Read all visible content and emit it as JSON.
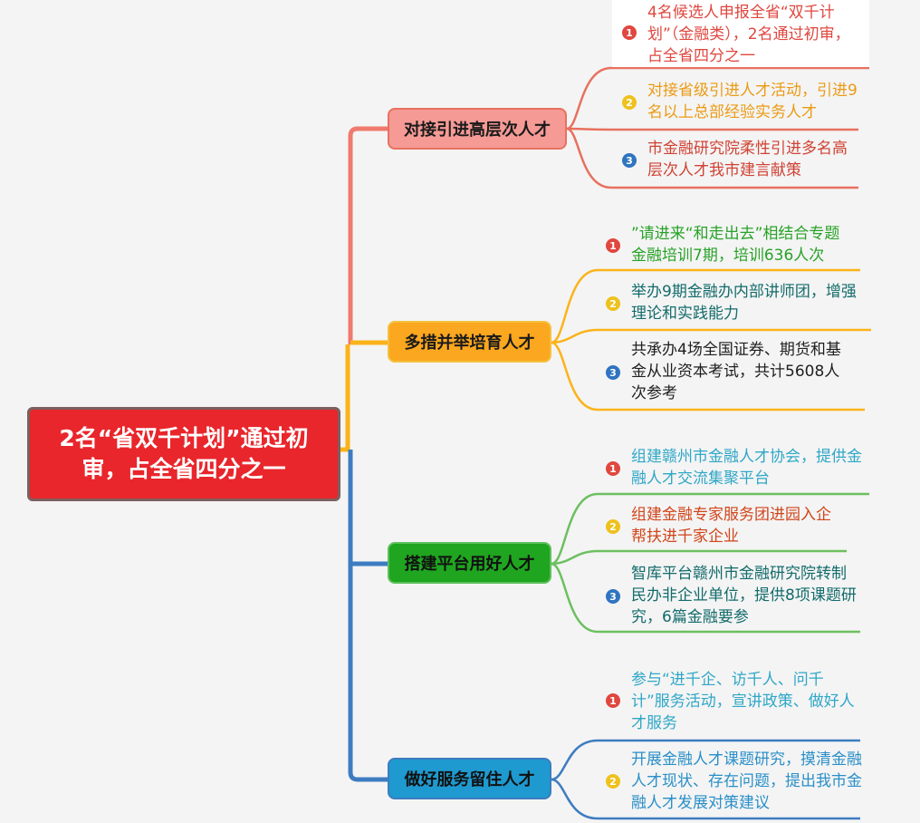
{
  "root": {
    "label": "2名“省双千计划”通过初审，占全省四分之一"
  },
  "branches": [
    {
      "label": "对接引进高层次人才",
      "color": "#f08d8a",
      "line": "#e8715e",
      "items": [
        {
          "num": "1",
          "text": "4名候选人申报全省“双千计划”（金融类），2名通过初审，占全省四分之一",
          "color": "#e0473f",
          "badge": "#e0473f"
        },
        {
          "num": "2",
          "text": "对接省级引进人才活动，引进9名以上总部经验实务人才",
          "color": "#eb9a14",
          "badge": "#eec11c"
        },
        {
          "num": "3",
          "text": "市金融研究院柔性引进多名高层次人才我市建言献策",
          "color": "#d04233",
          "badge": "#2f74c0"
        }
      ]
    },
    {
      "label": "多措并举培育人才",
      "color": "#fba71f",
      "line": "#fbb31a",
      "items": [
        {
          "num": "1",
          "text": "”请进来“和走出去”相结合专题金融培训7期，培训636人次",
          "color": "#28a228",
          "badge": "#e0473f"
        },
        {
          "num": "2",
          "text": "举办9期金融办内部讲师团，增强理论和实践能力",
          "color": "#146b6b",
          "badge": "#eec11c"
        },
        {
          "num": "3",
          "text": "共承办4场全国证券、期货和基金从业资本考试，共计5608人次参考",
          "color": "#1f1f1f",
          "badge": "#2f74c0"
        }
      ]
    },
    {
      "label": "搭建平台用好人才",
      "color": "#1fa51f",
      "line": "#6cc05f",
      "items": [
        {
          "num": "1",
          "text": "组建赣州市金融人才协会，提供金融人才交流集聚平台",
          "color": "#2fa7c7",
          "badge": "#e0473f"
        },
        {
          "num": "2",
          "text": "组建金融专家服务团进园入企帮扶进千家企业",
          "color": "#d0451a",
          "badge": "#eec11c"
        },
        {
          "num": "3",
          "text": "智库平台赣州市金融研究院转制民办非企业单位，提供8项课题研究，6篇金融要参",
          "color": "#146b6b",
          "badge": "#2f74c0"
        }
      ]
    },
    {
      "label": "做好服务留住人才",
      "color": "#1e9ad0",
      "line": "#3d7cc0",
      "items": [
        {
          "num": "1",
          "text": "参与“进千企、访千人、问千计”服务活动，宣讲政策、做好人才服务",
          "color": "#2fa7c7",
          "badge": "#e0473f"
        },
        {
          "num": "2",
          "text": "开展金融人才课题研究，摸清金融人才现状、存在问题，提出我市金融人才发展对策建议",
          "color": "#2a8fc8",
          "badge": "#eec11c"
        }
      ]
    }
  ]
}
